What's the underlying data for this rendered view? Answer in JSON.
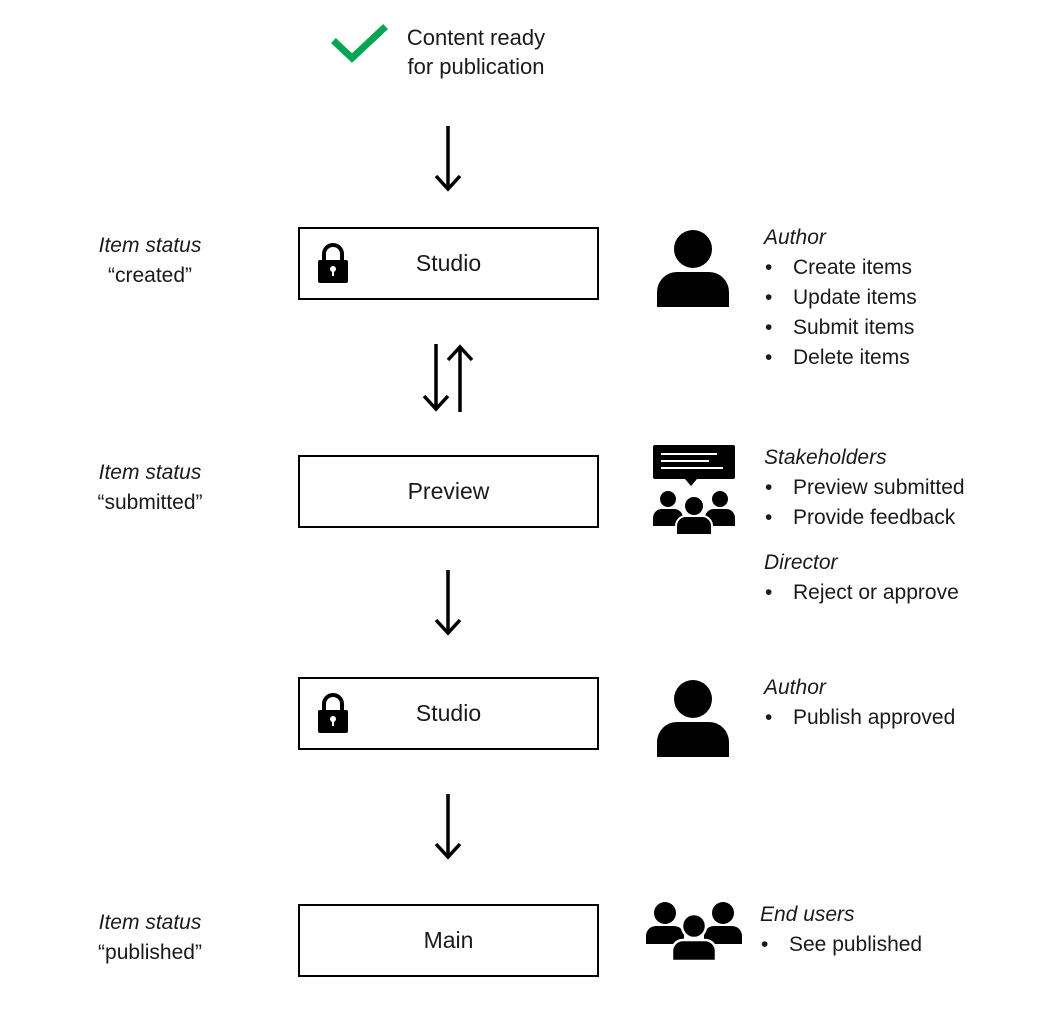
{
  "header": {
    "line1": "Content ready",
    "line2": "for publication",
    "check_icon": "checkmark-icon",
    "check_color": "#00a651"
  },
  "statuses": [
    {
      "label": "Item status",
      "value": "“created”"
    },
    {
      "label": "Item status",
      "value": "“submitted”"
    },
    {
      "label": "Item status",
      "value": "“published”"
    }
  ],
  "nodes": [
    {
      "label": "Studio",
      "icon": "lock-icon"
    },
    {
      "label": "Preview"
    },
    {
      "label": "Studio",
      "icon": "lock-icon"
    },
    {
      "label": "Main"
    }
  ],
  "roles": {
    "author_1": {
      "title": "Author",
      "items": [
        "Create items",
        "Update items",
        "Submit items",
        "Delete items"
      ],
      "icon": "person-icon"
    },
    "stakeholders": {
      "title": "Stakeholders",
      "items": [
        "Preview submitted",
        "Provide feedback"
      ],
      "icon": "group-discussion-icon"
    },
    "director": {
      "title": "Director",
      "items": [
        "Reject or approve"
      ]
    },
    "author_2": {
      "title": "Author",
      "items": [
        "Publish approved"
      ],
      "icon": "person-icon"
    },
    "end_users": {
      "title": "End users",
      "items": [
        "See published"
      ],
      "icon": "group-icon"
    }
  }
}
